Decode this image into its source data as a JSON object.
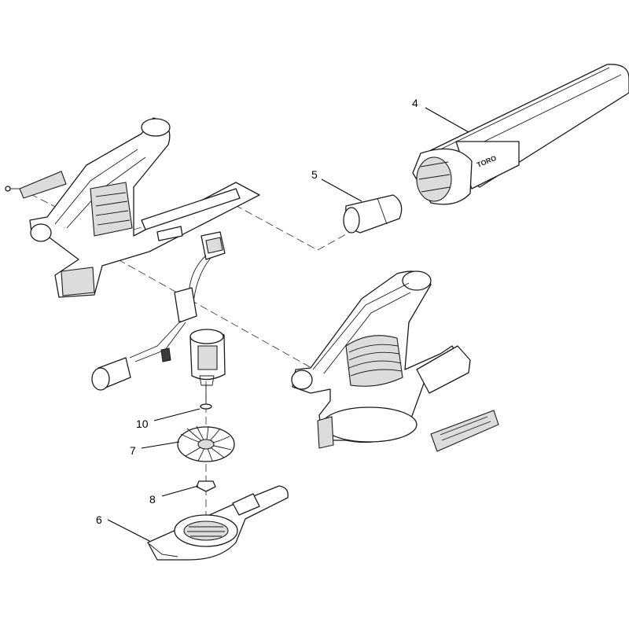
{
  "callouts": [
    {
      "id": "4",
      "label": "4"
    },
    {
      "id": "5",
      "label": "5"
    },
    {
      "id": "10",
      "label": "10"
    },
    {
      "id": "7",
      "label": "7"
    },
    {
      "id": "8",
      "label": "8"
    },
    {
      "id": "6",
      "label": "6"
    }
  ],
  "tube_brand": "TORO",
  "colors": {
    "line": "#1a1a1a",
    "background": "#ffffff",
    "shade": "#dcdcdc"
  }
}
